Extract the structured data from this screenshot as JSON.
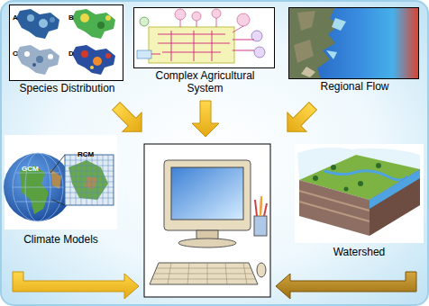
{
  "diagram": {
    "nodes": [
      {
        "text": [
          "Species Distribution"
        ]
      },
      {
        "text": [
          "Complex Agricultural System"
        ]
      },
      {
        "text": [
          "Regional Flow"
        ]
      },
      {
        "text": [
          "Climate Models"
        ]
      },
      {
        "text": [
          "Watershed"
        ]
      }
    ],
    "labels": [
      "A",
      "B",
      "C",
      "D",
      "GCM",
      "RCM"
    ]
  }
}
